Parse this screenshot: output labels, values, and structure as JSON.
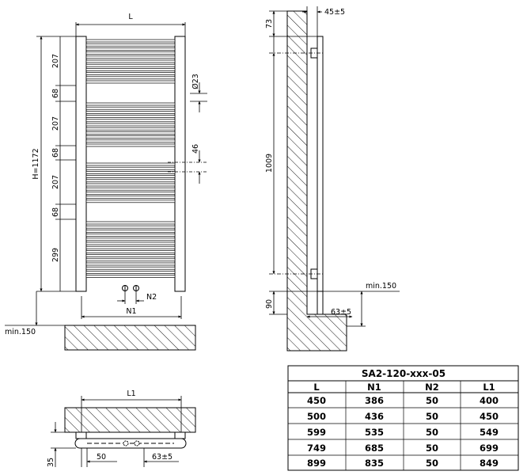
{
  "front_view": {
    "width_label": "L",
    "height_label": "H=1172",
    "segments": [
      "207",
      "68",
      "207",
      "68",
      "207",
      "68",
      "299"
    ],
    "pipe_diameter": "Ø23",
    "dim_46": "46",
    "n1_label": "N1",
    "n2_label": "N2",
    "floor_clearance": "min.150"
  },
  "side_view": {
    "wall_offset": "45±5",
    "top_offset": "73",
    "bracket_span": "1009",
    "bottom_offset": "90",
    "floor_clearance": "min.150",
    "pipe_offset": "63±5"
  },
  "top_view": {
    "width_label": "L1",
    "depth": "35",
    "n2_dim": "50",
    "pipe_offset": "63±5"
  },
  "table": {
    "title": "SA2-120-xxx-05",
    "headers": [
      "L",
      "N1",
      "N2",
      "L1"
    ],
    "rows": [
      [
        "450",
        "386",
        "50",
        "400"
      ],
      [
        "500",
        "436",
        "50",
        "450"
      ],
      [
        "599",
        "535",
        "50",
        "549"
      ],
      [
        "749",
        "685",
        "50",
        "699"
      ],
      [
        "899",
        "835",
        "50",
        "849"
      ]
    ]
  }
}
